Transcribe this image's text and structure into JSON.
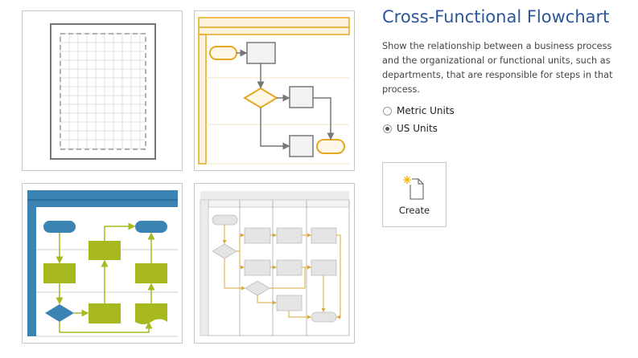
{
  "template": {
    "title": "Cross-Functional Flowchart",
    "description": "Show the relationship between a business process and the organizational or functional units, such as departments, that are responsible for steps in that process.",
    "units": [
      {
        "label": "Metric Units",
        "selected": false
      },
      {
        "label": "US Units",
        "selected": true
      }
    ],
    "create_label": "Create",
    "create_icon": "new-document-icon"
  },
  "thumbnails": [
    {
      "name": "blank-page-thumbnail"
    },
    {
      "name": "cross-functional-gold-thumbnail",
      "accent": "#e3a81f"
    },
    {
      "name": "cross-functional-blue-green-thumbnail",
      "accent": "#3a83b3",
      "secondary": "#a8b91f"
    },
    {
      "name": "cross-functional-gray-thumbnail",
      "accent": "#d6a93a"
    }
  ],
  "colors": {
    "title": "#2b579a"
  }
}
